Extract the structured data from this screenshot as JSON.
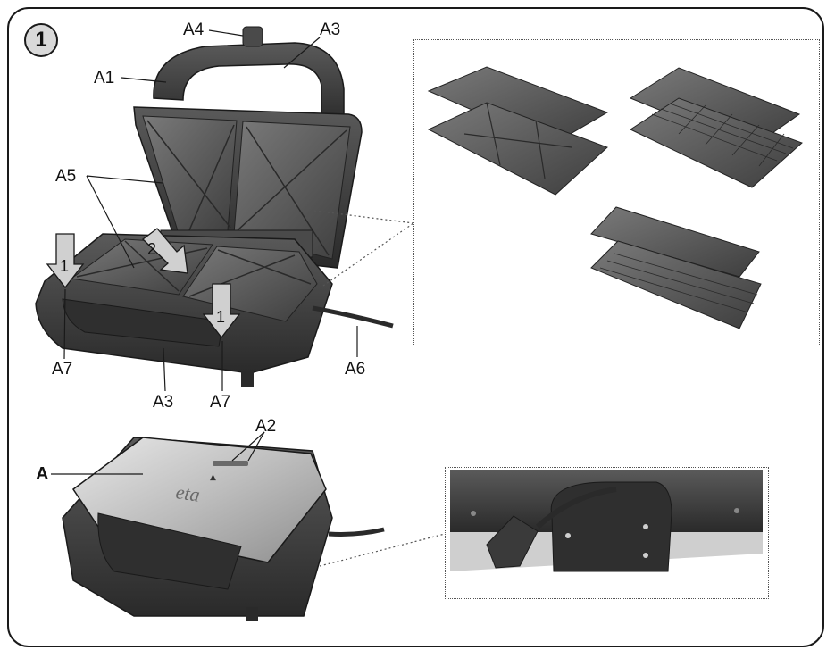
{
  "figure": {
    "number": "1",
    "labels": {
      "A": "A",
      "A1": "A1",
      "A2": "A2",
      "A3": "A3",
      "A3b": "A3",
      "A4": "A4",
      "A5": "A5",
      "A6": "A6",
      "A7a": "A7",
      "A7b": "A7"
    },
    "arrows": {
      "step1a": "1",
      "step1b": "1",
      "step2": "2"
    },
    "logo": "eta",
    "colors": {
      "outline": "#1a1a1a",
      "dark_body": "#3a3a3a",
      "plate": "#5a5a5a",
      "steel": "#c8c8c8",
      "arrow_fill": "#d0d0d0"
    }
  }
}
